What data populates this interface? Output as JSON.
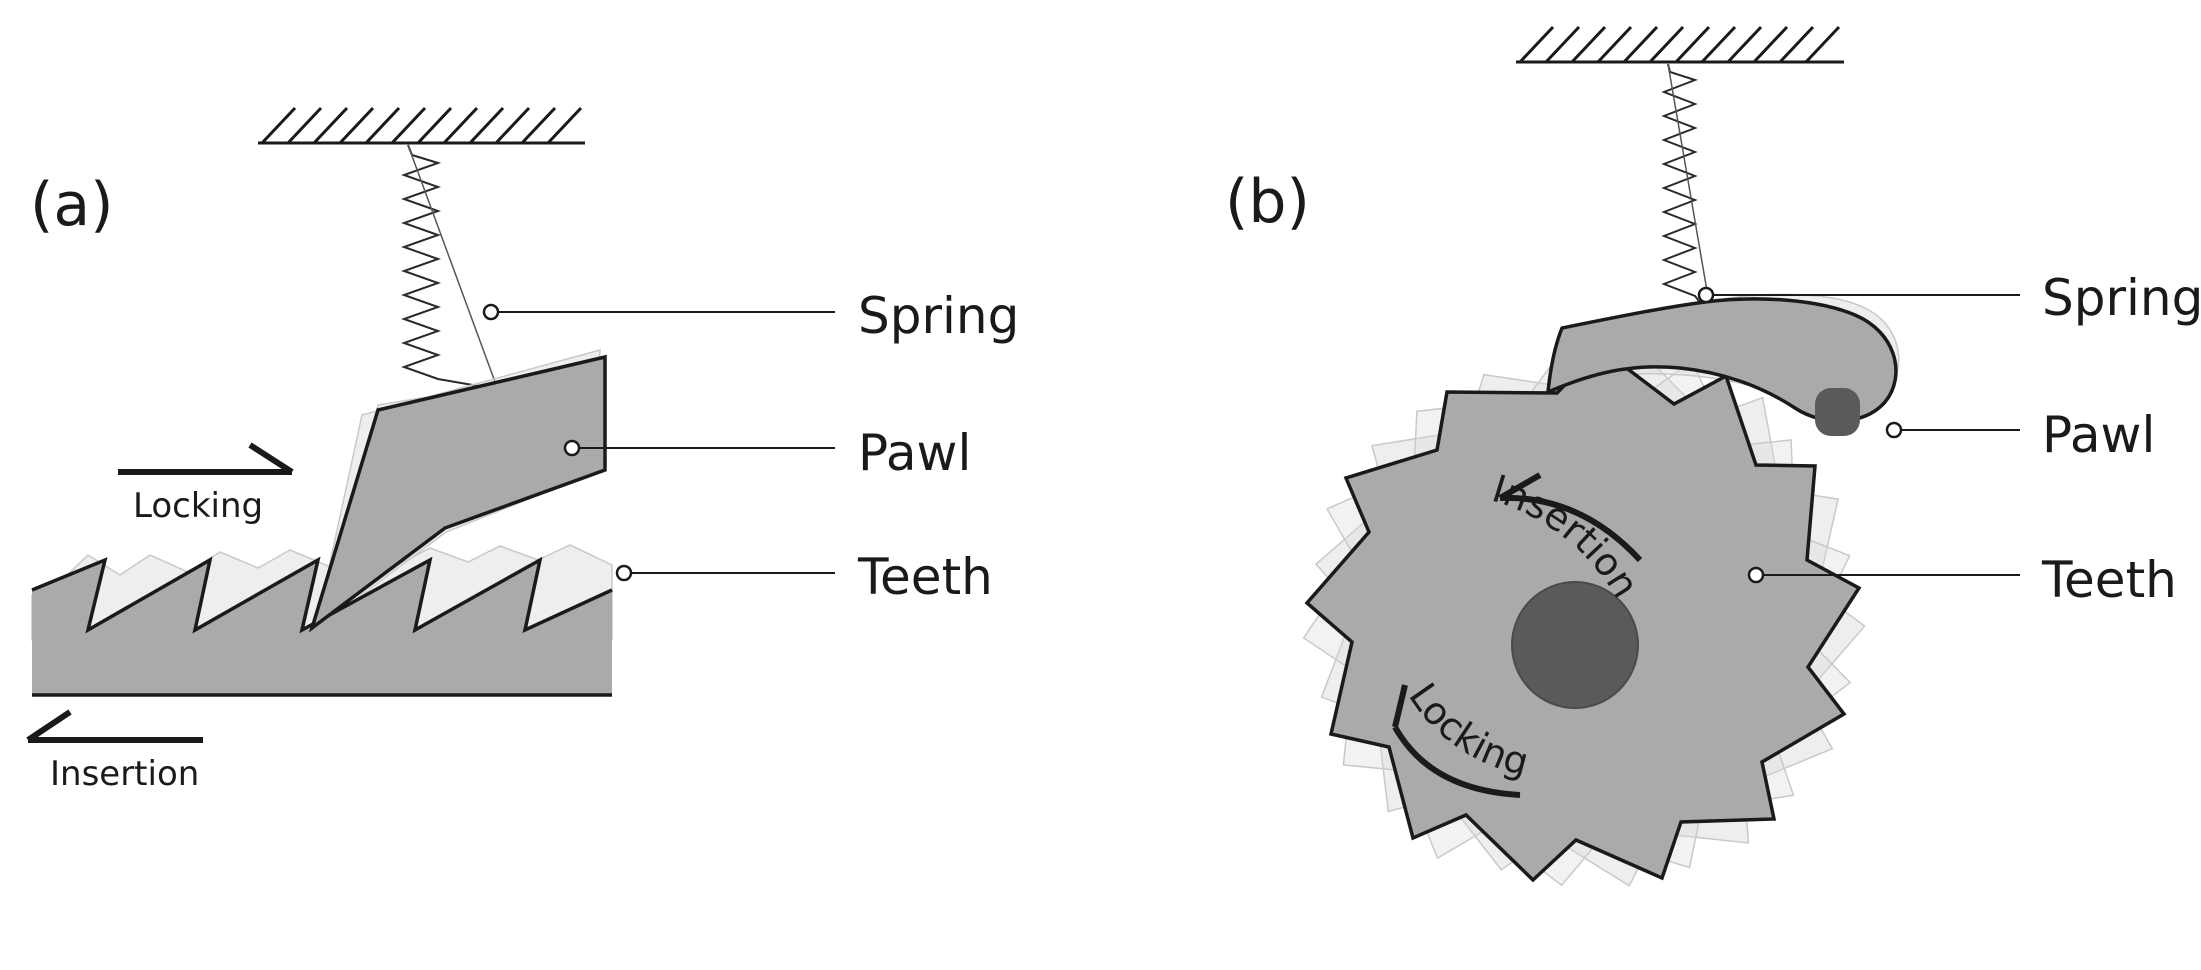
{
  "panels": [
    {
      "letter": "(a)",
      "callouts": {
        "spring": "Spring",
        "pawl": "Pawl",
        "teeth": "Teeth"
      },
      "directions": {
        "locking": "Locking",
        "insertion": "Insertion"
      }
    },
    {
      "letter": "(b)",
      "callouts": {
        "spring": "Spring",
        "pawl": "Pawl",
        "teeth": "Teeth"
      },
      "directions": {
        "insertion": "Insertion",
        "locking": "Locking"
      }
    }
  ],
  "colors": {
    "body_fill": "#aaaaaa",
    "hub_fill": "#5a5a5a",
    "ink": "#1a1a1a",
    "ghost": "#c9c9c9"
  }
}
